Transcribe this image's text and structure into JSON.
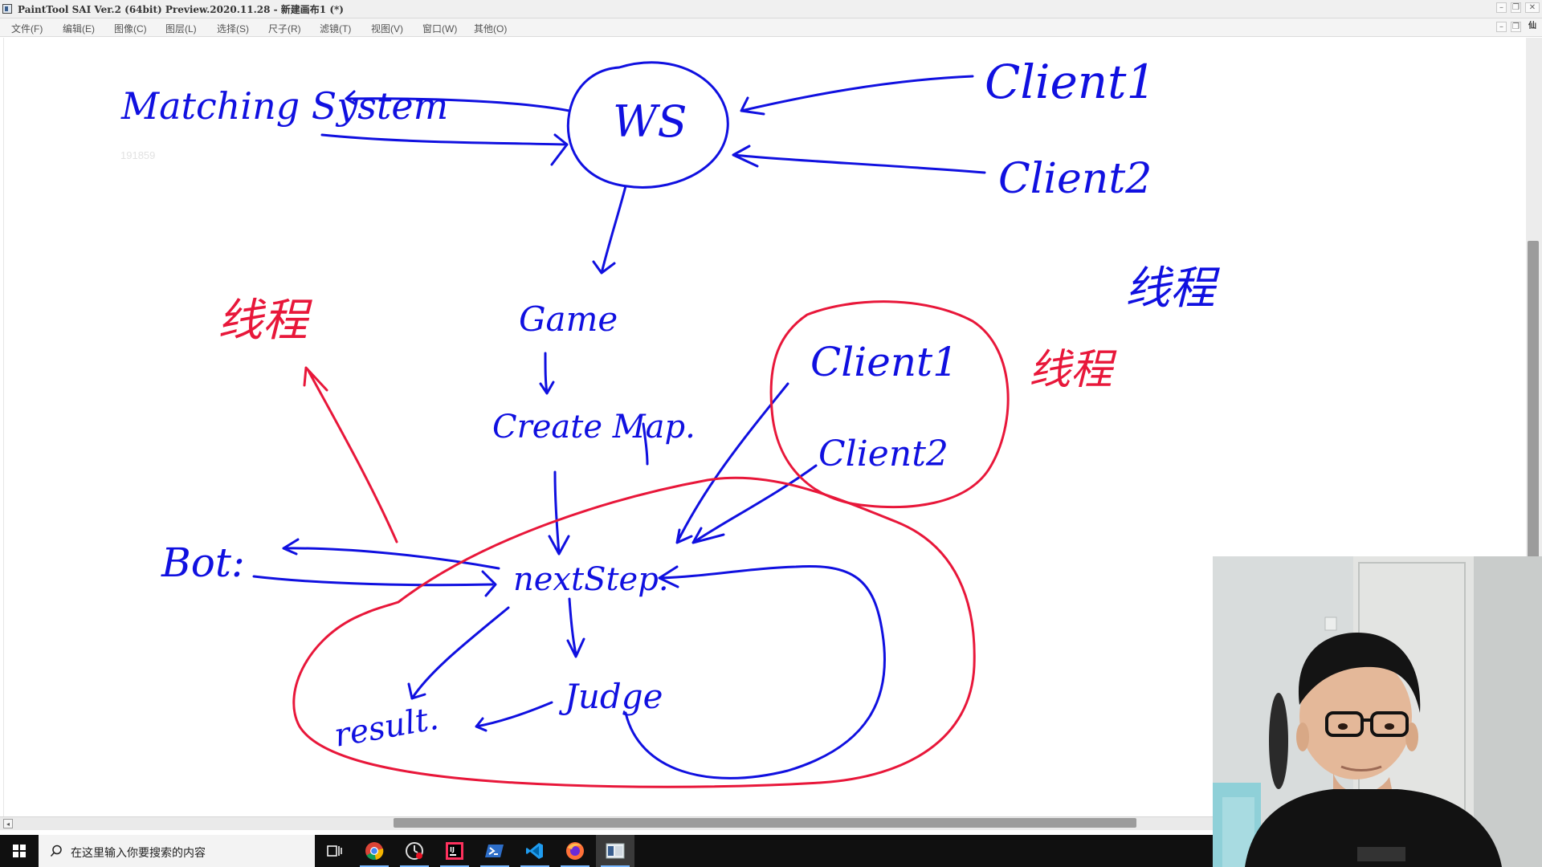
{
  "window": {
    "title": "PaintTool SAI Ver.2 (64bit) Preview.2020.11.28 - 新建画布1 (*)",
    "minimize_glyph": "–",
    "restore_glyph": "❐",
    "close_glyph": "✕",
    "side_glyph": "仙"
  },
  "menu": {
    "items": [
      "文件(F)",
      "编辑(E)",
      "图像(C)",
      "图层(L)",
      "选择(S)",
      "尺子(R)",
      "滤镜(T)",
      "视图(V)",
      "窗口(W)",
      "其他(O)"
    ]
  },
  "canvas": {
    "faint_number": "191859",
    "ink_colors": {
      "blue": "#1010e0",
      "red": "#e8173a"
    },
    "handwriting": {
      "matching_system": "Matching System",
      "ws": "WS",
      "client1_top": "Client1",
      "client2_top": "Client2",
      "game": "Game",
      "create_map": "Create Map.",
      "thread_left": "线程",
      "thread_right": "线程",
      "thread_far_right": "线程",
      "client1_circle": "Client1",
      "client2_circle": "Client2",
      "bot": "Bot:",
      "next_step": "nextStep.",
      "judge": "Judge",
      "result": "result."
    }
  },
  "scrollbars": {
    "left_arrow_glyph": "◂"
  },
  "taskbar": {
    "search_placeholder": "在这里输入你要搜索的内容",
    "apps": [
      "task-view",
      "chrome",
      "screen-recorder",
      "jetbrains-ide",
      "powershell",
      "vscode",
      "firefox",
      "paint-tool-sai"
    ]
  }
}
